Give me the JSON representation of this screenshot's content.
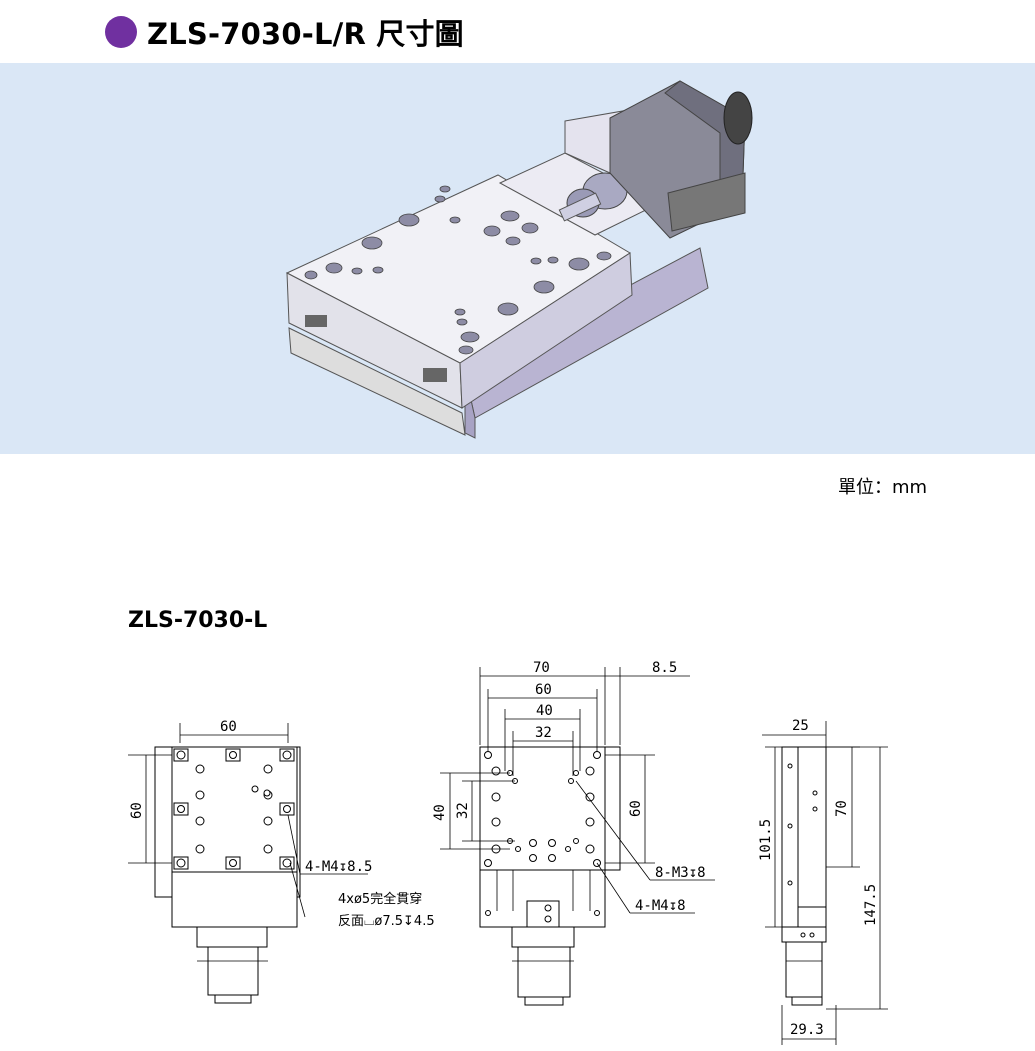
{
  "header": {
    "title": "ZLS-7030-L/R 尺寸圖",
    "bullet_color": "#7030a0"
  },
  "render_band": {
    "background": "#dae7f6"
  },
  "unit_text": "單位：mm",
  "section": {
    "title": "ZLS-7030-L"
  },
  "view_left": {
    "dim_top": "60",
    "dim_left": "60",
    "callout_1": "4-M4↧8.5",
    "callout_2": "4xø5完全貫穿",
    "callout_3": "反面⌴ø7.5↧4.5"
  },
  "view_center": {
    "dim_70": "70",
    "dim_60": "60",
    "dim_40": "40",
    "dim_32": "32",
    "dim_8_5": "8.5",
    "dim_left_40": "40",
    "dim_left_32": "32",
    "dim_right_60": "60",
    "callout_1": "8-M3↧8",
    "callout_2": "4-M4↧8"
  },
  "view_right": {
    "dim_25": "25",
    "dim_101_5": "101.5",
    "dim_70": "70",
    "dim_147_5": "147.5",
    "dim_29_3": "29.3"
  }
}
